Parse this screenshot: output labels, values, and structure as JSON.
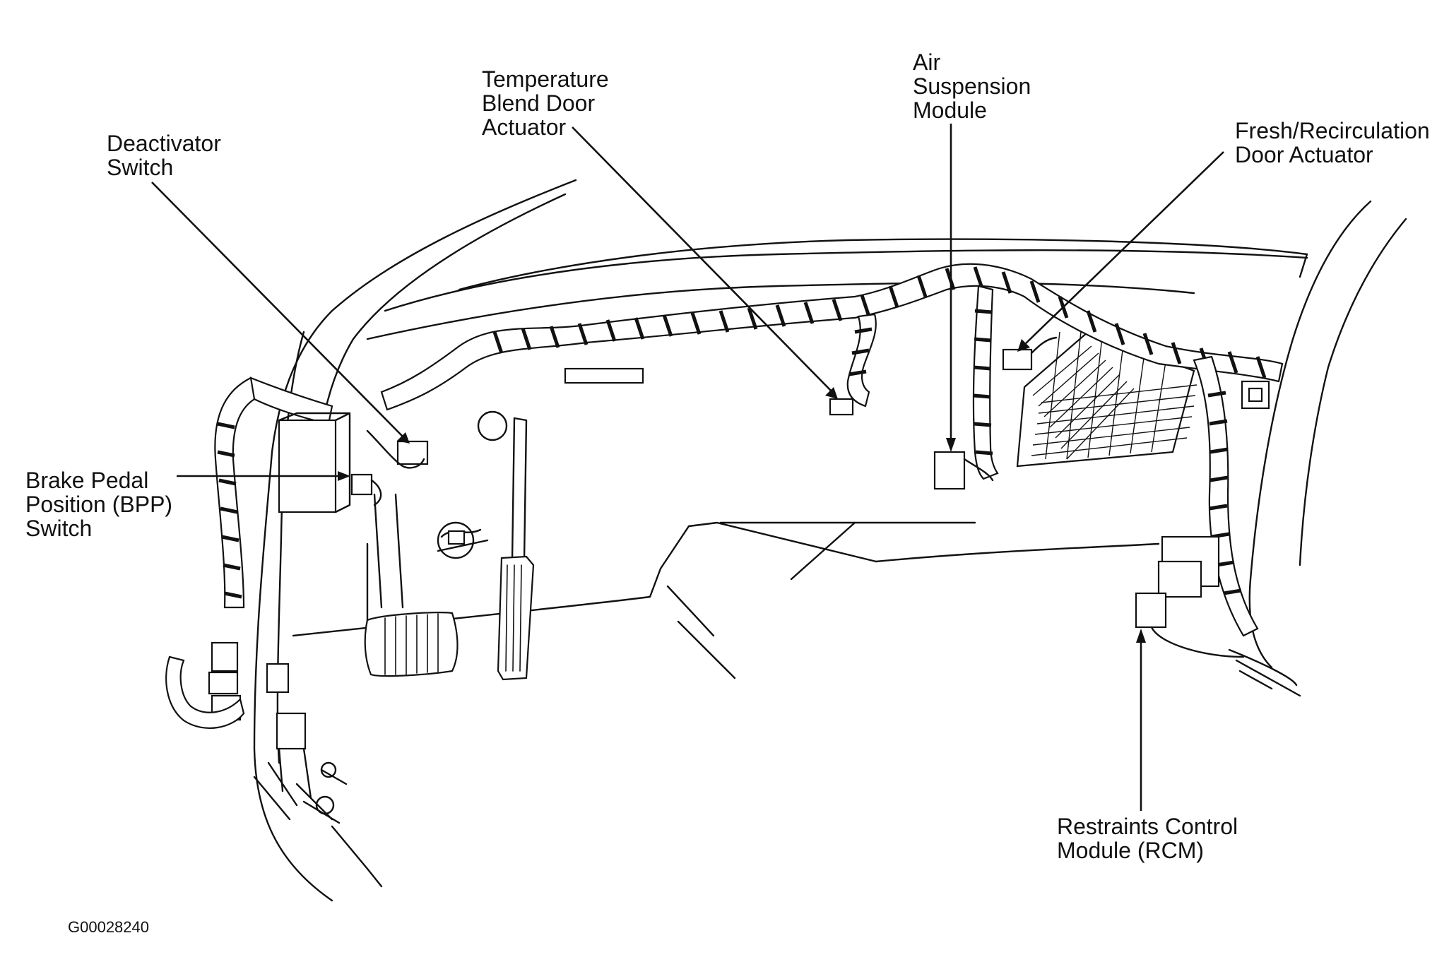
{
  "diagram": {
    "labels": {
      "deactivator_switch": [
        "Deactivator",
        "Switch"
      ],
      "temperature_blend_door_actuator": [
        "Temperature",
        "Blend Door",
        "Actuator"
      ],
      "air_suspension_module": [
        "Air",
        "Suspension",
        "Module"
      ],
      "fresh_recirculation_door_actuator": [
        "Fresh/Recirculation",
        "Door Actuator"
      ],
      "brake_pedal_position_switch": [
        "Brake Pedal",
        "Position (BPP)",
        "Switch"
      ],
      "restraints_control_module": [
        "Restraints Control",
        "Module (RCM)"
      ]
    },
    "figure_code": "G00028240"
  }
}
